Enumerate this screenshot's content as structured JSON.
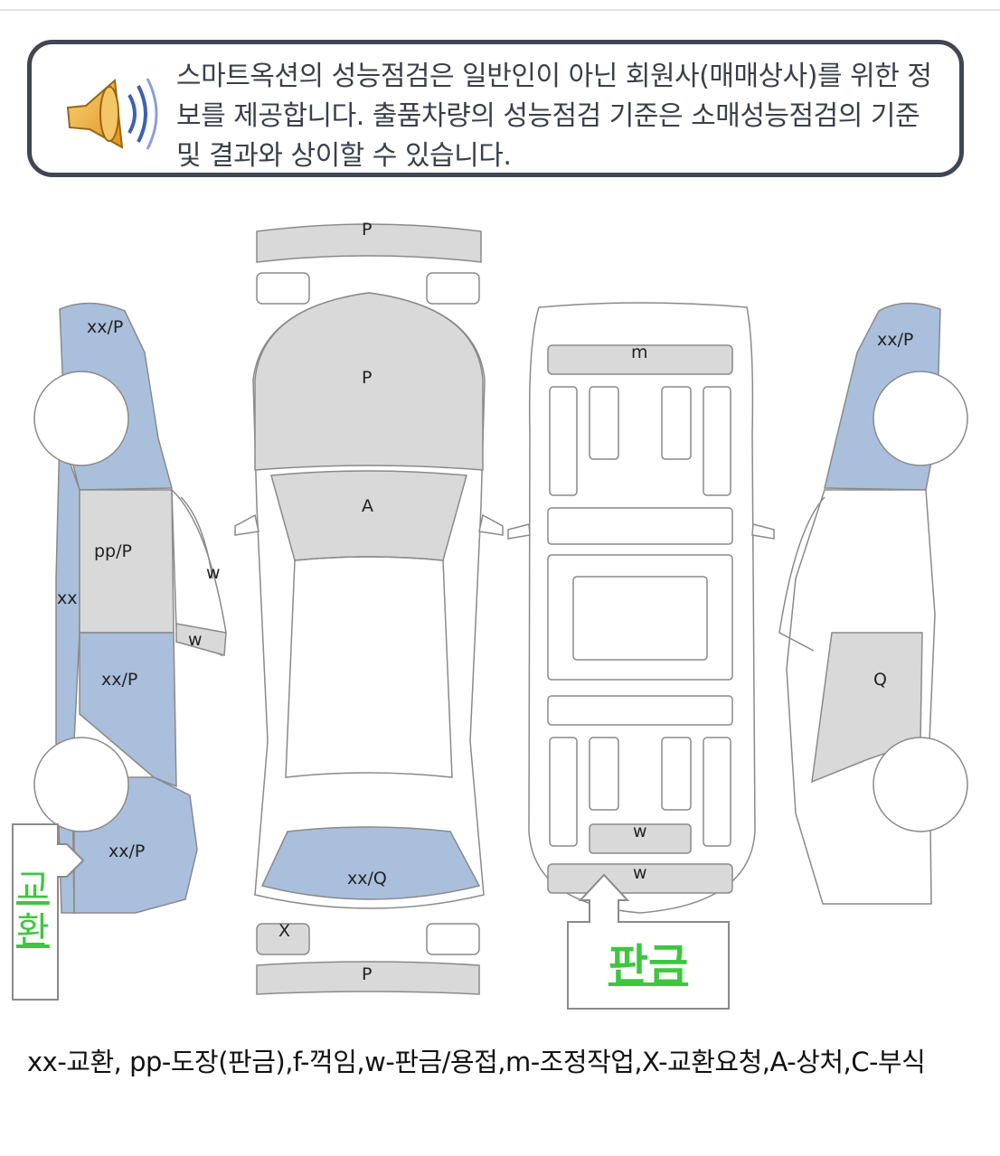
{
  "notice": {
    "text": "스마트옥션의 성능점검은 일반인이 아닌 회원사(매매상사)를 위한 정보를 제공합니다. 출품차량의 성능점검 기준은 소매성능점검의 기준 및 결과와 상이할 수 있습니다.",
    "icon": "speaker-icon"
  },
  "diagram": {
    "left_side": {
      "top": "xx/P",
      "front_door": "pp/P",
      "rocker": "xx",
      "pillar_upper": "w",
      "pillar_lower": "w",
      "rear_door": "xx/P",
      "bottom": "xx/P"
    },
    "top_view": {
      "front_bumper": "P",
      "hood": "P",
      "windshield": "A",
      "trunk": "xx/Q",
      "rear_small": "X",
      "rear_bumper": "P"
    },
    "underbody": {
      "front_bar": "m",
      "rear_bar1": "w",
      "rear_bar2": "w"
    },
    "right_side": {
      "top": "xx/P",
      "rear_door": "Q"
    },
    "annotations": {
      "exchange": "교환",
      "panel": "판금"
    }
  },
  "legend": "xx-교환, pp-도장(판금),f-꺽임,w-판금/용접,m-조정작업,X-교환요청,A-상처,C-부식",
  "colors": {
    "blue": "#a9bfdc",
    "gray": "#d9d9d9",
    "outline": "#8a8a8a",
    "green": "#3fc63f"
  }
}
